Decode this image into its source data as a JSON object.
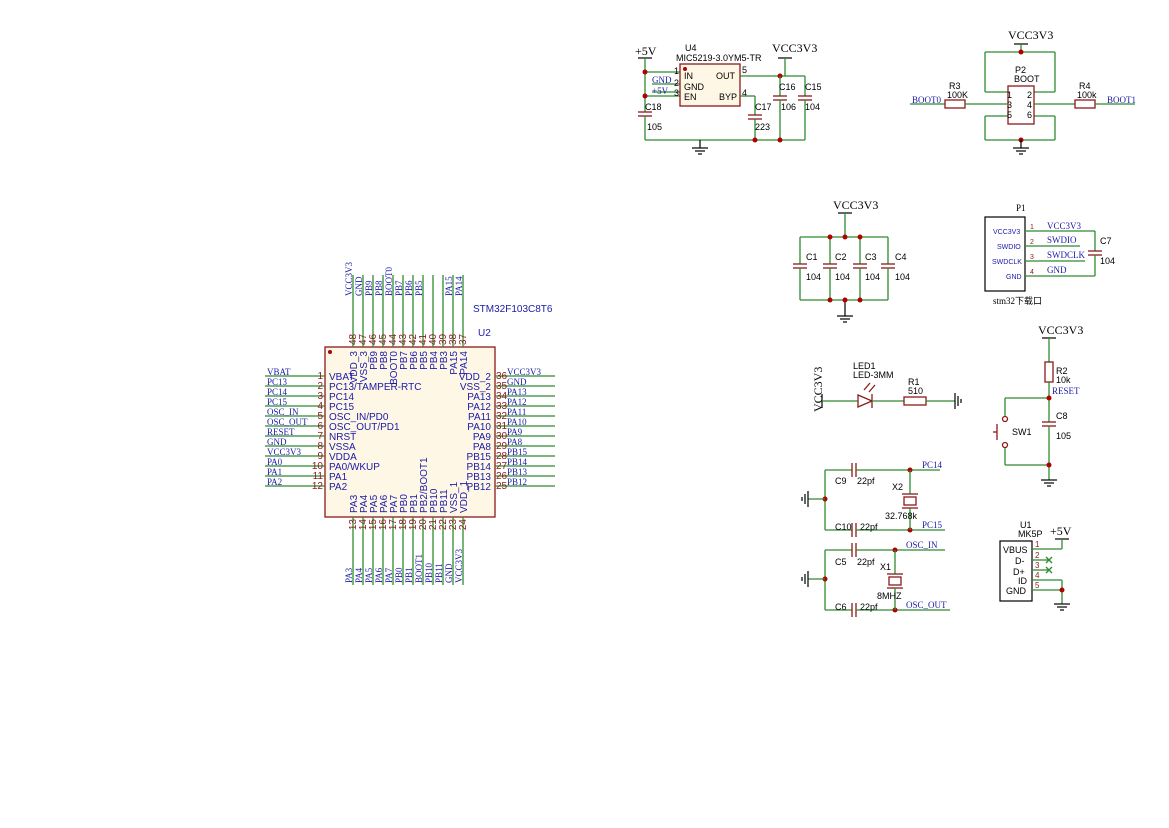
{
  "mcu": {
    "part": "STM32F103C8T6",
    "ref": "U2",
    "left_pins": [
      {
        "num": "1",
        "name": "VBAT",
        "net": "VBAT"
      },
      {
        "num": "2",
        "name": "PC13/TAMPER-RTC",
        "net": "PC13"
      },
      {
        "num": "3",
        "name": "PC14",
        "net": "PC14"
      },
      {
        "num": "4",
        "name": "PC15",
        "net": "PC15"
      },
      {
        "num": "5",
        "name": "OSC_IN/PD0",
        "net": "OSC_IN"
      },
      {
        "num": "6",
        "name": "OSC_OUT/PD1",
        "net": "OSC_OUT"
      },
      {
        "num": "7",
        "name": "NRST",
        "net": "RESET"
      },
      {
        "num": "8",
        "name": "VSSA",
        "net": "GND"
      },
      {
        "num": "9",
        "name": "VDDA",
        "net": "VCC3V3"
      },
      {
        "num": "10",
        "name": "PA0/WKUP",
        "net": "PA0"
      },
      {
        "num": "11",
        "name": "PA1",
        "net": "PA1"
      },
      {
        "num": "12",
        "name": "PA2",
        "net": "PA2"
      }
    ],
    "right_pins": [
      {
        "num": "36",
        "name": "VDD_2",
        "net": "VCC3V3"
      },
      {
        "num": "35",
        "name": "VSS_2",
        "net": "GND"
      },
      {
        "num": "34",
        "name": "PA13",
        "net": "PA13"
      },
      {
        "num": "33",
        "name": "PA12",
        "net": "PA12"
      },
      {
        "num": "32",
        "name": "PA11",
        "net": "PA11"
      },
      {
        "num": "31",
        "name": "PA10",
        "net": "PA10"
      },
      {
        "num": "30",
        "name": "PA9",
        "net": "PA9"
      },
      {
        "num": "29",
        "name": "PA8",
        "net": "PA8"
      },
      {
        "num": "28",
        "name": "PB15",
        "net": "PB15"
      },
      {
        "num": "27",
        "name": "PB14",
        "net": "PB14"
      },
      {
        "num": "26",
        "name": "PB13",
        "net": "PB13"
      },
      {
        "num": "25",
        "name": "PB12",
        "net": "PB12"
      }
    ],
    "top_pins": [
      {
        "num": "48",
        "name": "VDD_3",
        "net": "VCC3V3"
      },
      {
        "num": "47",
        "name": "VSS_3",
        "net": "GND"
      },
      {
        "num": "46",
        "name": "PB9",
        "net": "PB9"
      },
      {
        "num": "45",
        "name": "PB8",
        "net": "PB8"
      },
      {
        "num": "44",
        "name": "BOOT0",
        "net": "BOOT0"
      },
      {
        "num": "43",
        "name": "PB7",
        "net": "PB7"
      },
      {
        "num": "42",
        "name": "PB6",
        "net": "PB6"
      },
      {
        "num": "41",
        "name": "PB5",
        "net": "PB5"
      },
      {
        "num": "40",
        "name": "PB4",
        "net": ""
      },
      {
        "num": "39",
        "name": "PB3",
        "net": ""
      },
      {
        "num": "38",
        "name": "PA15",
        "net": "PA15"
      },
      {
        "num": "37",
        "name": "PA14",
        "net": "PA14"
      }
    ],
    "bottom_pins": [
      {
        "num": "13",
        "name": "PA3",
        "net": "PA3"
      },
      {
        "num": "14",
        "name": "PA4",
        "net": "PA4"
      },
      {
        "num": "15",
        "name": "PA5",
        "net": "PA5"
      },
      {
        "num": "16",
        "name": "PA6",
        "net": "PA6"
      },
      {
        "num": "17",
        "name": "PA7",
        "net": "PA7"
      },
      {
        "num": "18",
        "name": "PB0",
        "net": "PB0"
      },
      {
        "num": "19",
        "name": "PB1",
        "net": "PB1"
      },
      {
        "num": "20",
        "name": "PB2/BOOT1",
        "net": "BOOT1"
      },
      {
        "num": "21",
        "name": "PB10",
        "net": "PB10"
      },
      {
        "num": "22",
        "name": "PB11",
        "net": "PB11"
      },
      {
        "num": "23",
        "name": "VSS_1",
        "net": "GND"
      },
      {
        "num": "24",
        "name": "VDD_1",
        "net": "VCC3V3"
      }
    ]
  },
  "regulator": {
    "ref": "U4",
    "part": "MIC5219-3.0YM5-TR",
    "pins": {
      "in": "IN",
      "gnd": "GND",
      "en": "EN",
      "out": "OUT",
      "byp": "BYP"
    },
    "pin_nums": {
      "in": "1",
      "gnd": "2",
      "en": "3",
      "out": "5",
      "byp": "4"
    },
    "net_gnd": "GND",
    "net_en": "+5V",
    "in_power": "+5V",
    "out_power": "VCC3V3",
    "caps": [
      {
        "ref": "C18",
        "value": "105"
      },
      {
        "ref": "C17",
        "value": "223"
      },
      {
        "ref": "C16",
        "value": "106"
      },
      {
        "ref": "C15",
        "value": "104"
      }
    ]
  },
  "boot": {
    "power": "VCC3V3",
    "ref": "P2",
    "label": "BOOT",
    "pin_nums": [
      "1",
      "2",
      "3",
      "4",
      "5",
      "6"
    ],
    "r_left": {
      "ref": "R3",
      "value": "100K"
    },
    "r_right": {
      "ref": "R4",
      "value": "100k"
    },
    "net_left": "BOOT0",
    "net_right": "BOOT1"
  },
  "decoupling": {
    "power": "VCC3V3",
    "caps": [
      {
        "ref": "C1",
        "value": "104"
      },
      {
        "ref": "C2",
        "value": "104"
      },
      {
        "ref": "C3",
        "value": "104"
      },
      {
        "ref": "C4",
        "value": "104"
      }
    ]
  },
  "swd": {
    "ref": "P1",
    "pins": [
      {
        "num": "1",
        "name": "VCC3V3",
        "net": "VCC3V3"
      },
      {
        "num": "2",
        "name": "SWDIO",
        "net": "SWDIO"
      },
      {
        "num": "3",
        "name": "SWDCLK",
        "net": "SWDCLK"
      },
      {
        "num": "4",
        "name": "GND",
        "net": "GND"
      }
    ],
    "cap": {
      "ref": "C7",
      "value": "104"
    },
    "caption": "stm32下载口"
  },
  "led": {
    "power": "VCC3V3",
    "led_ref": "LED1",
    "led_value": "LED-3MM",
    "r_ref": "R1",
    "r_value": "510"
  },
  "reset": {
    "power": "VCC3V3",
    "r_ref": "R2",
    "r_value": "10k",
    "net": "RESET",
    "sw_ref": "SW1",
    "c_ref": "C8",
    "c_value": "105"
  },
  "rtc_osc": {
    "c_top": {
      "ref": "C9",
      "value": "22pf"
    },
    "c_bot": {
      "ref": "C10",
      "value": "22pf"
    },
    "xtal_ref": "X2",
    "xtal_value": "32.768k",
    "net_top": "PC14",
    "net_bot": "PC15"
  },
  "main_osc": {
    "c_top": {
      "ref": "C5",
      "value": "22pf"
    },
    "c_bot": {
      "ref": "C6",
      "value": "22pf"
    },
    "xtal_ref": "X1",
    "xtal_value": "8MHZ",
    "net_top": "OSC_IN",
    "net_bot": "OSC_OUT"
  },
  "usb": {
    "ref": "U1",
    "part": "MK5P",
    "power": "+5V",
    "pins": [
      {
        "num": "1",
        "name": "VBUS"
      },
      {
        "num": "2",
        "name": "D-"
      },
      {
        "num": "3",
        "name": "D+"
      },
      {
        "num": "4",
        "name": "ID"
      },
      {
        "num": "5",
        "name": "GND"
      }
    ]
  },
  "colors": {
    "wire": "#2e8b2e",
    "body": "#8b1a1a",
    "body_fill": "#fff7e6",
    "label": "#1a1aa8",
    "junction": "#b00000"
  }
}
